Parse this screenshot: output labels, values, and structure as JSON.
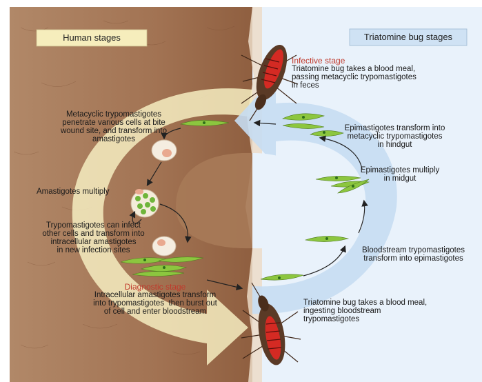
{
  "headers": {
    "human": "Human stages",
    "bug": "Triatomine bug stages"
  },
  "labels": {
    "infective_title": "Infective stage",
    "infective_text": "Triatomine bug takes a blood meal,\npassing metacyclic trypomastigotes\nin feces",
    "metacyclic": "Metacyclic trypomastigotes\npenetrate various cells at bite\nwound site, and transform into\namastigotes",
    "epi_transform": "Epimastigotes transform into\nmetacyclic trypomastigotes\nin hindgut",
    "epi_multiply": "Epimastigotes multiply\nin midgut",
    "amastigotes_multiply": "Amastigotes multiply",
    "trypo_infect": "Trypomastigotes can infect\nother cells and transform into\nintracellular amastigotes\nin new infection sites",
    "bloodstream": "Bloodstream trypomastigotes\ntransform into epimastigotes",
    "diagnostic_title": "Diagnostic stage",
    "diagnostic_text": "Intracellular amastigotes transform\ninto trypomastigotes  then burst out\nof cell and enter bloodstream",
    "bug_meal": "Triatomine bug takes a blood meal,\ningesting bloodstream\ntrypomastigotes"
  },
  "colors": {
    "skin": "#a77a58",
    "skin_dark": "#8a5e40",
    "bug_bg": "#eaf3fb",
    "cycle_left": "#f5ecbf",
    "cycle_right": "#c5ddf1",
    "header_human_bg": "#f6edbc",
    "header_bug_bg": "#cfe2f4",
    "parasite": "#8cc63f",
    "bug_red": "#d42a23",
    "bug_brown": "#5a3a26",
    "label_red": "#c0392b"
  }
}
